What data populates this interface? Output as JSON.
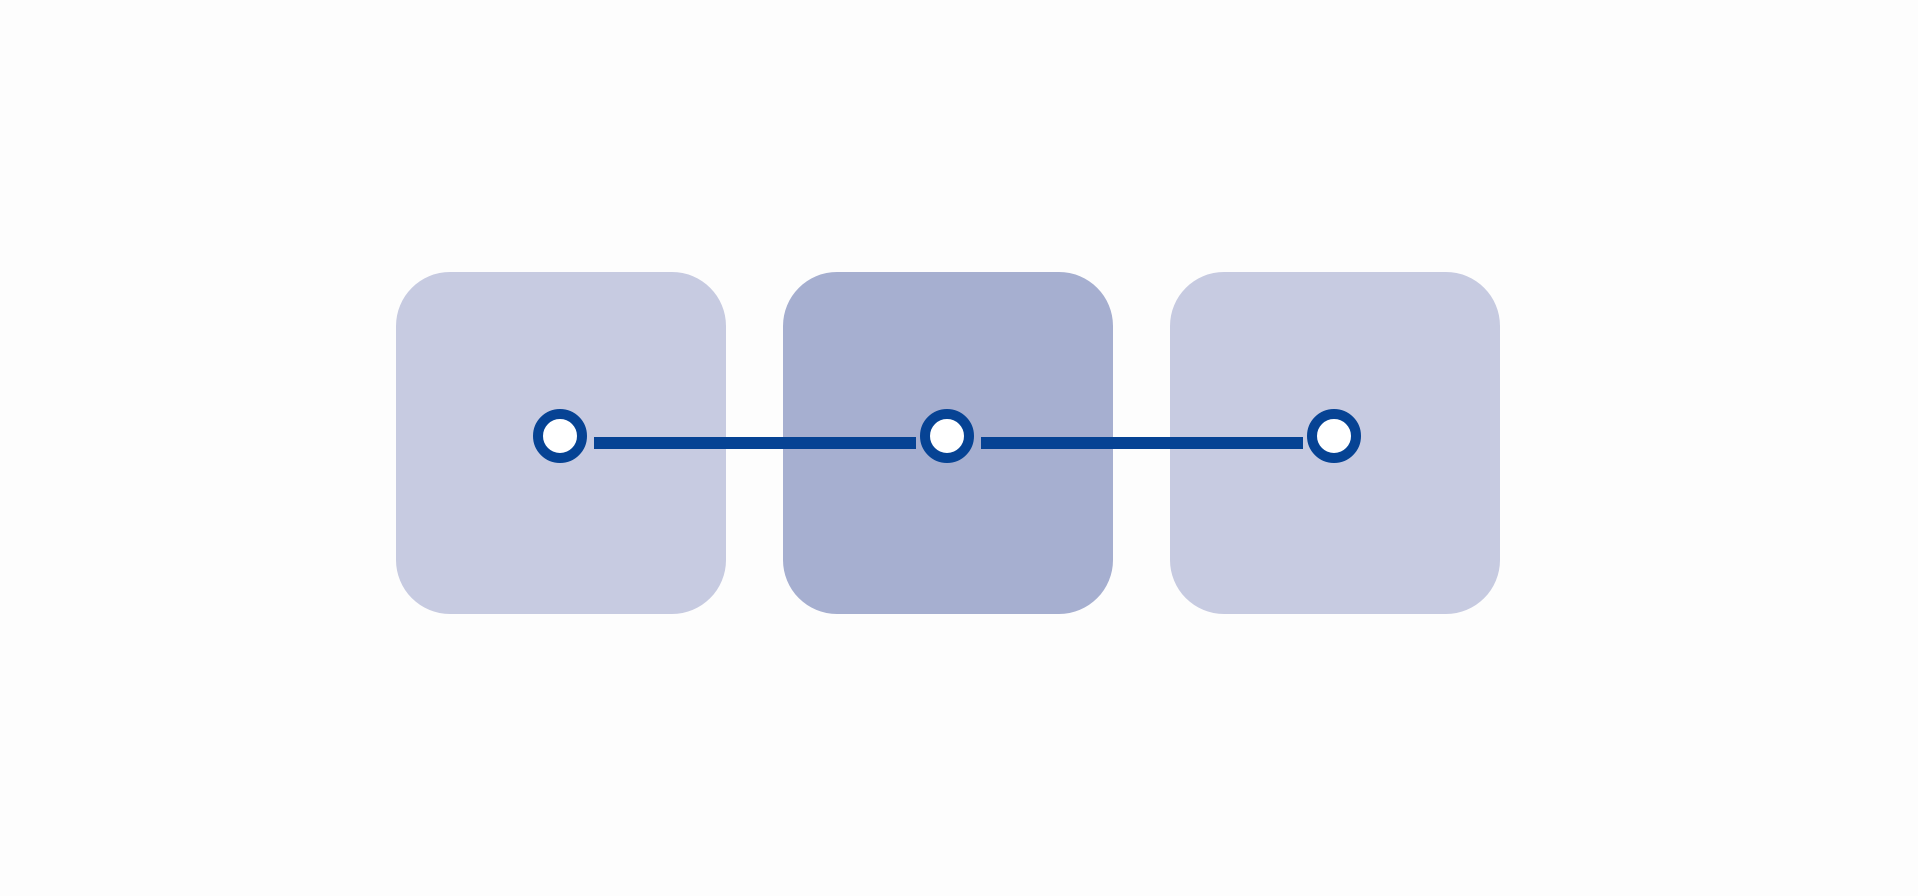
{
  "diagram": {
    "type": "three-step process flow",
    "cards": [
      {
        "state": "inactive",
        "color": "#c7cbe1"
      },
      {
        "state": "active",
        "color": "#a6afd0"
      },
      {
        "state": "inactive",
        "color": "#c7cbe1"
      }
    ],
    "connector_color": "#064394",
    "node_fill": "#ffffff",
    "node_ring_color": "#064394",
    "background": "#fdfdfd"
  }
}
